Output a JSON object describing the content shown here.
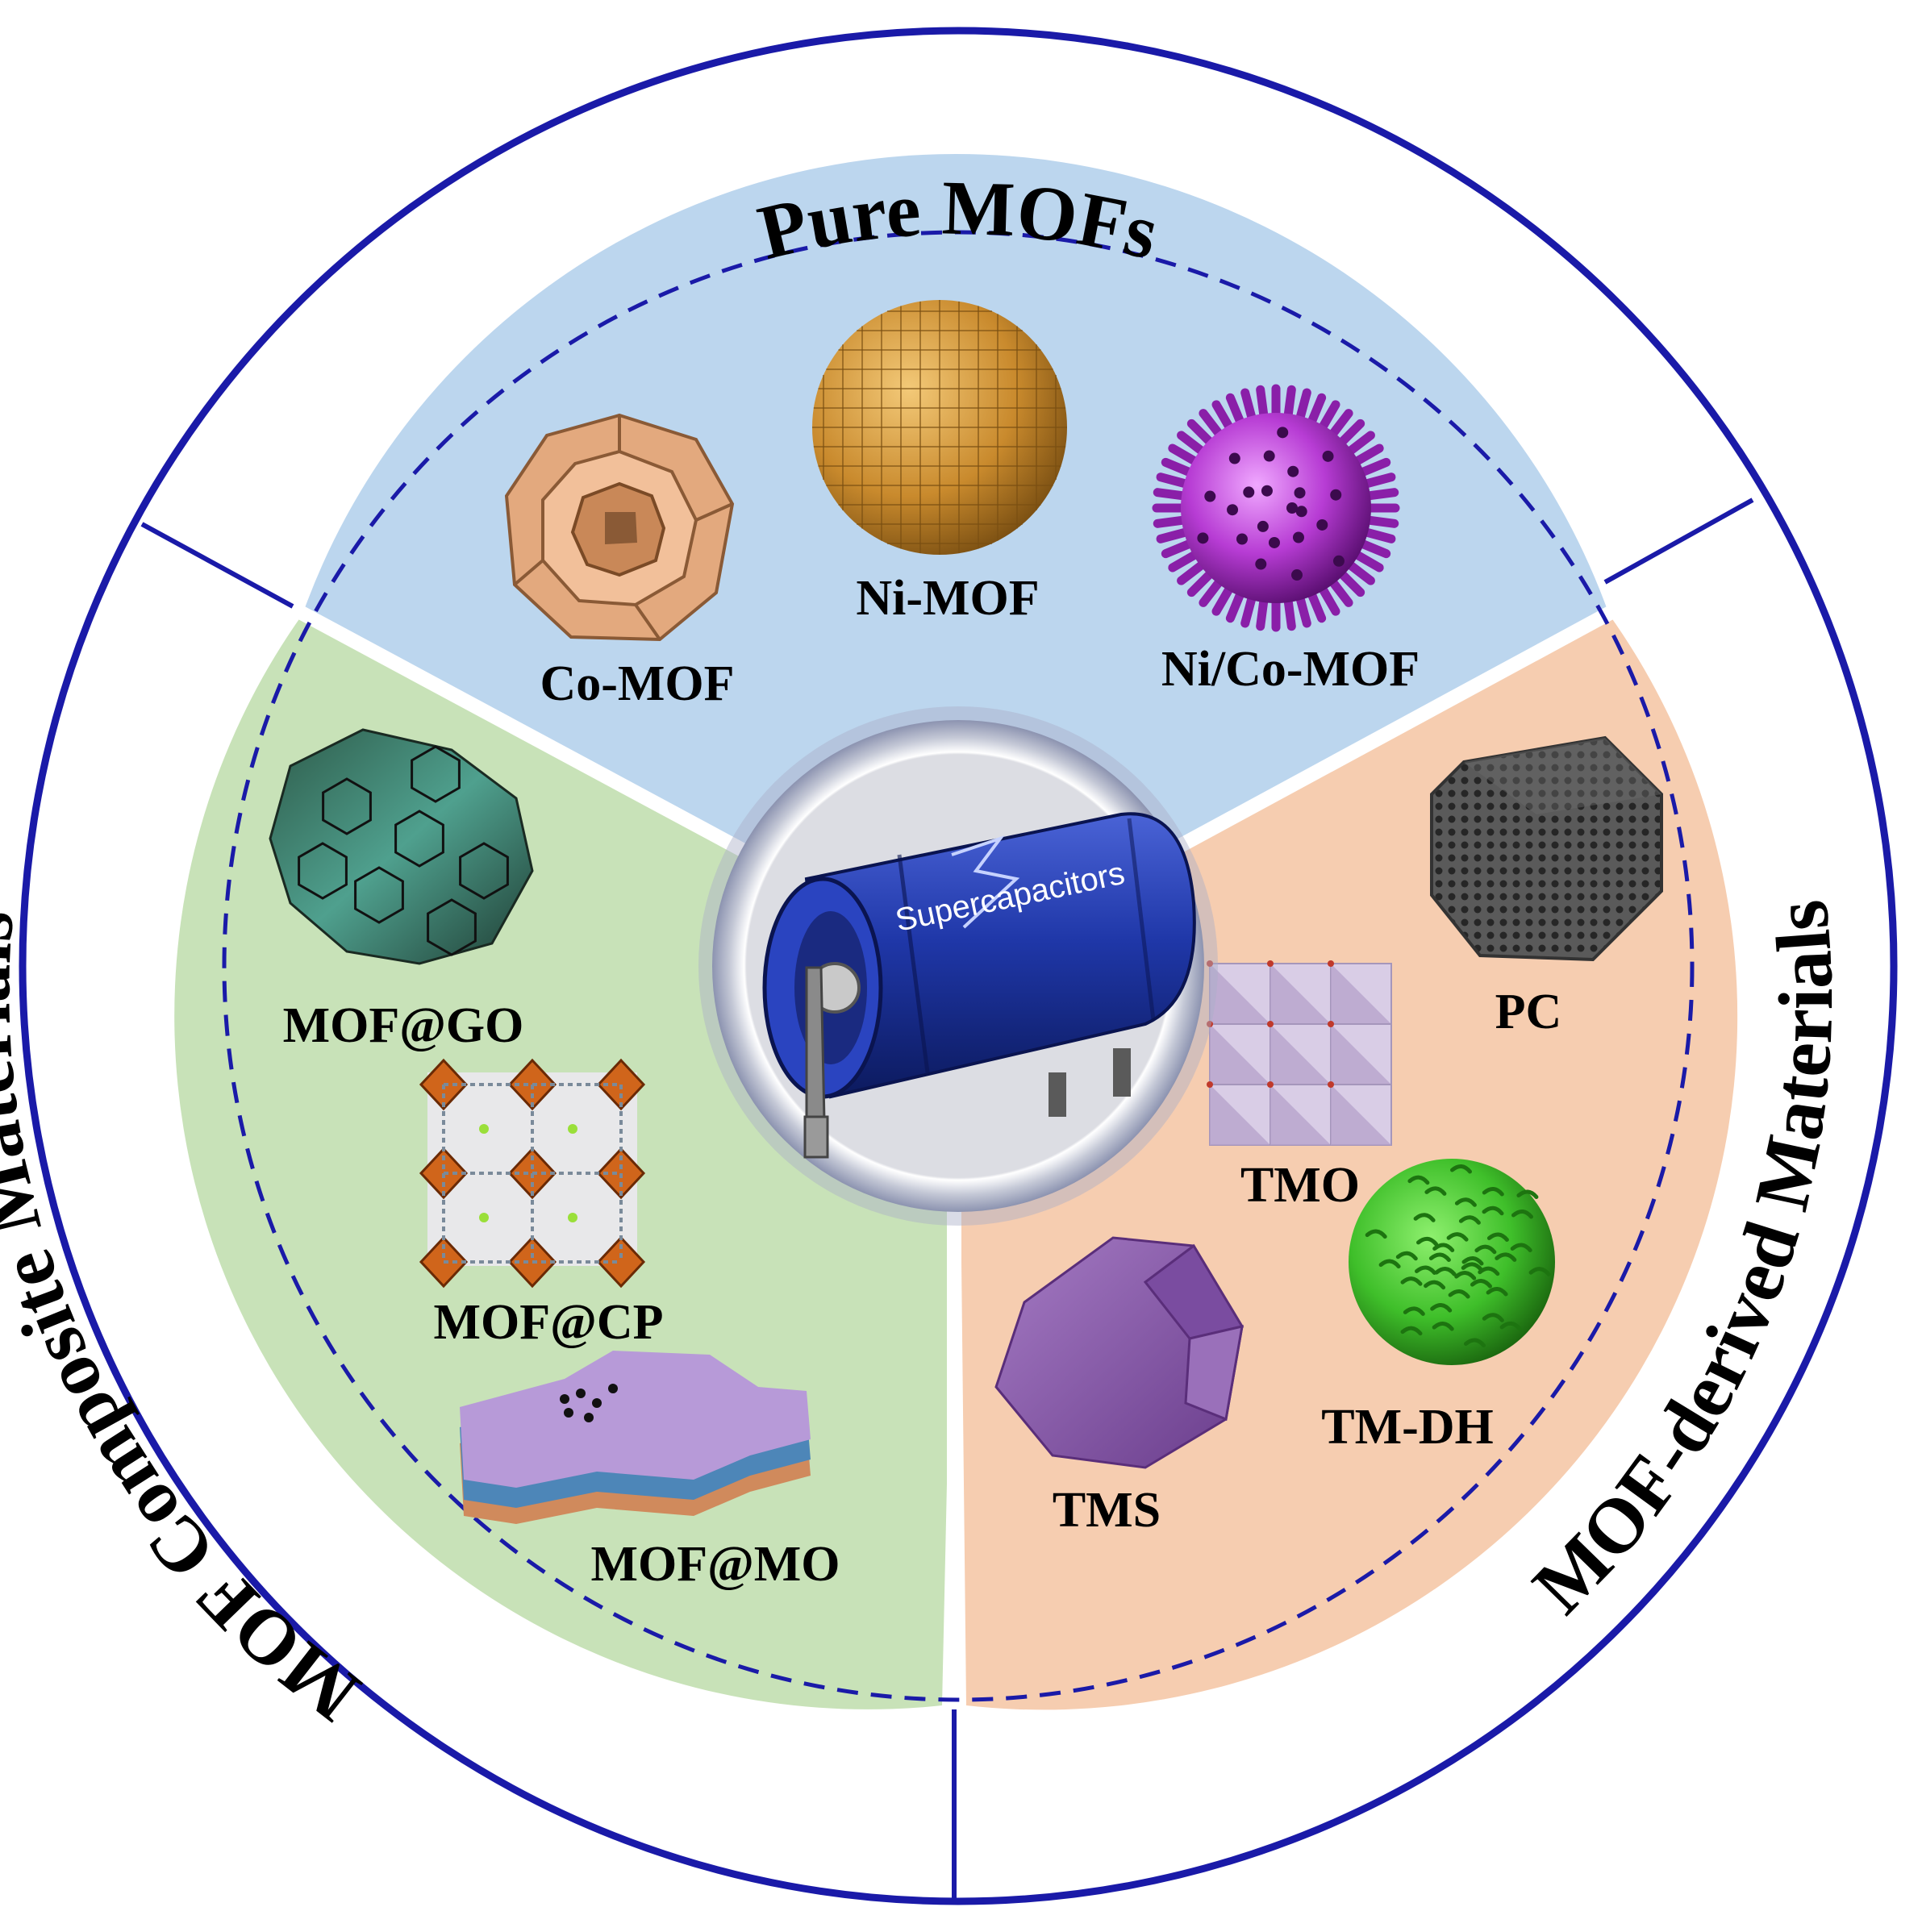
{
  "diagram": {
    "sections": {
      "pure_mofs": {
        "title": "Pure MOFs",
        "items": [
          "Ni-MOF",
          "Co-MOF",
          "Ni/Co-MOF"
        ],
        "fill": "#bcd6ee"
      },
      "mof_composite": {
        "title": "MOF Composite Materials",
        "items": [
          "MOF@GO",
          "MOF@CP",
          "MOF@MO"
        ],
        "fill": "#c8e2b8"
      },
      "mof_derived": {
        "title": "MOF-derived Materials",
        "items": [
          "PC",
          "TMO",
          "TMS",
          "TM-DH"
        ],
        "fill": "#f6cdb0"
      }
    },
    "center": {
      "label": "Supercapacitors"
    },
    "colors": {
      "ring": "#1a1aa8",
      "dashes": "#1a1aa8",
      "capacitor": "#1f37a8",
      "co_mof": "#e3a97e",
      "ni_mof": "#c98a2d",
      "nico_mof": "#b73cd4",
      "pc": "#555555",
      "tmo": "#c7b7d8",
      "tms": "#8a5aaa",
      "tmdh": "#3fbf2a"
    },
    "icons": [
      "rose-crystal-icon",
      "faceted-sphere-icon",
      "spiky-sphere-icon",
      "graphene-mof-icon",
      "framework-lattice-icon",
      "layered-sheet-icon",
      "porous-polyhedron-icon",
      "octahedral-lattice-icon",
      "dodecahedron-icon",
      "flower-sphere-icon",
      "capacitor-icon"
    ]
  }
}
